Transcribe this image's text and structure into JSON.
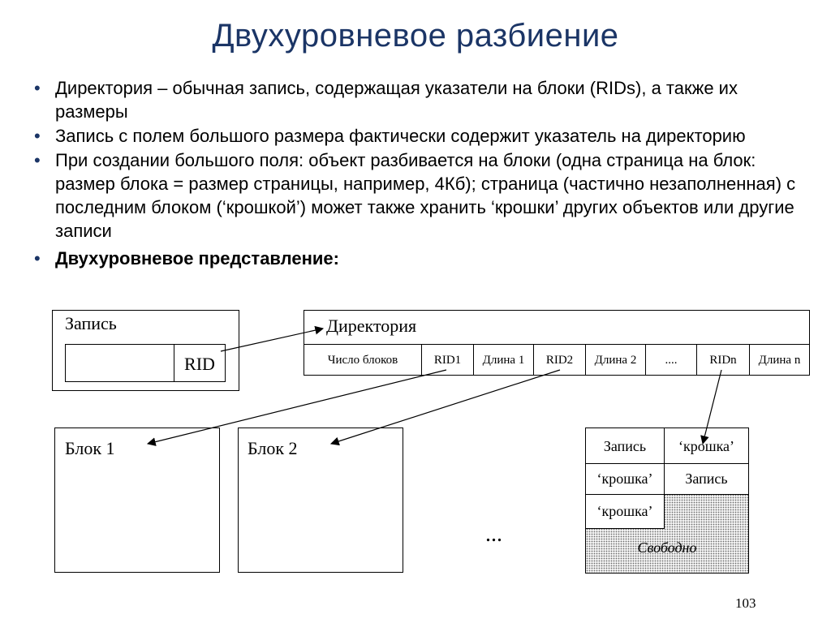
{
  "title": "Двухуровневое разбиение",
  "bullets": [
    "Директория – обычная запись, содержащая указатели на блоки (RIDs), а также их размеры",
    "Запись с полем большого размера фактически содержит указатель на директорию",
    "При создании большого поля: объект разбивается на блоки (одна страница на блок: размер блока = размер страницы, например, 4Кб); страница (частично незаполненная) с последним блоком (‘крошкой’) может также хранить ‘крошки’ других объектов или другие записи",
    "Двухуровневое представление:"
  ],
  "diagram": {
    "record": {
      "label": "Запись",
      "rid": "RID"
    },
    "directory": {
      "label": "Директория",
      "cells": [
        "Число блоков",
        "RID1",
        "Длина 1",
        "RID2",
        "Длина 2",
        "....",
        "RIDn",
        "Длина n"
      ]
    },
    "blocks": [
      "Блок 1",
      "Блок 2"
    ],
    "ellipsis": "...",
    "page": {
      "cells": [
        "Запись",
        "‘крошка’",
        "‘крошка’",
        "Запись",
        "‘крошка’"
      ],
      "free": "Свободно"
    }
  },
  "page_number": "103",
  "colors": {
    "title": "#1b3566",
    "free_fill": "#f2f2f2"
  }
}
